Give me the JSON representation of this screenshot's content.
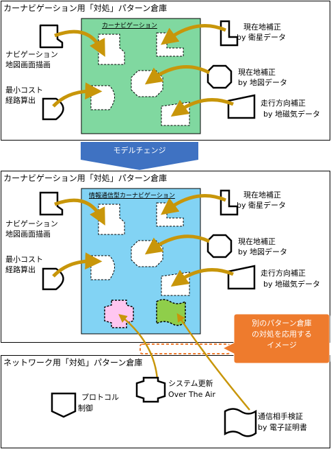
{
  "panel1": {
    "title": "カーナビゲーション用「対処」パターン倉庫",
    "device_title": "カーナビゲーション",
    "left_labels": [
      "ナビゲーション",
      "地図画面描画",
      "最小コスト",
      "経路算出"
    ],
    "right_labels": {
      "gps_line1": "現在地補正",
      "gps_line2": "by 衛星データ",
      "map_line1": "現在地補正",
      "map_line2": "by 地図データ",
      "dir_line1": "走行方向補正",
      "dir_line2": "by 地磁気データ"
    }
  },
  "band": {
    "label": "モデルチェンジ"
  },
  "panel2": {
    "title": "カーナビゲーション用「対処」パターン倉庫",
    "device_title": "情報通信型カーナビゲーション",
    "left_labels": [
      "ナビゲーション",
      "地図画面描画",
      "最小コスト",
      "経路算出"
    ],
    "right_labels": {
      "gps_line1": "現在地補正",
      "gps_line2": "by 衛星データ",
      "map_line1": "現在地補正",
      "map_line2": "by 地図データ",
      "dir_line1": "走行方向補正",
      "dir_line2": "by 地磁気データ"
    }
  },
  "callout": {
    "lines": [
      "別のパターン倉庫",
      "の対処を応用する",
      "イメージ"
    ]
  },
  "panel3": {
    "title": "ネットワーク用「対処」パターン倉庫",
    "protocol_line1": "プロトコル",
    "protocol_line2": "制御",
    "ota_line1": "システム更新",
    "ota_line2": "Over The Air",
    "auth_line1": "通信相手検証",
    "auth_line2": "by 電子証明書"
  },
  "colors": {
    "device1_fill": "#80d8a0",
    "device2_fill": "#82d3f4",
    "arrow": "#c8960a",
    "band": "#3f72c2",
    "callout": "#ee7b2d",
    "pink": "#ffc6f0",
    "green": "#8fce4a"
  }
}
